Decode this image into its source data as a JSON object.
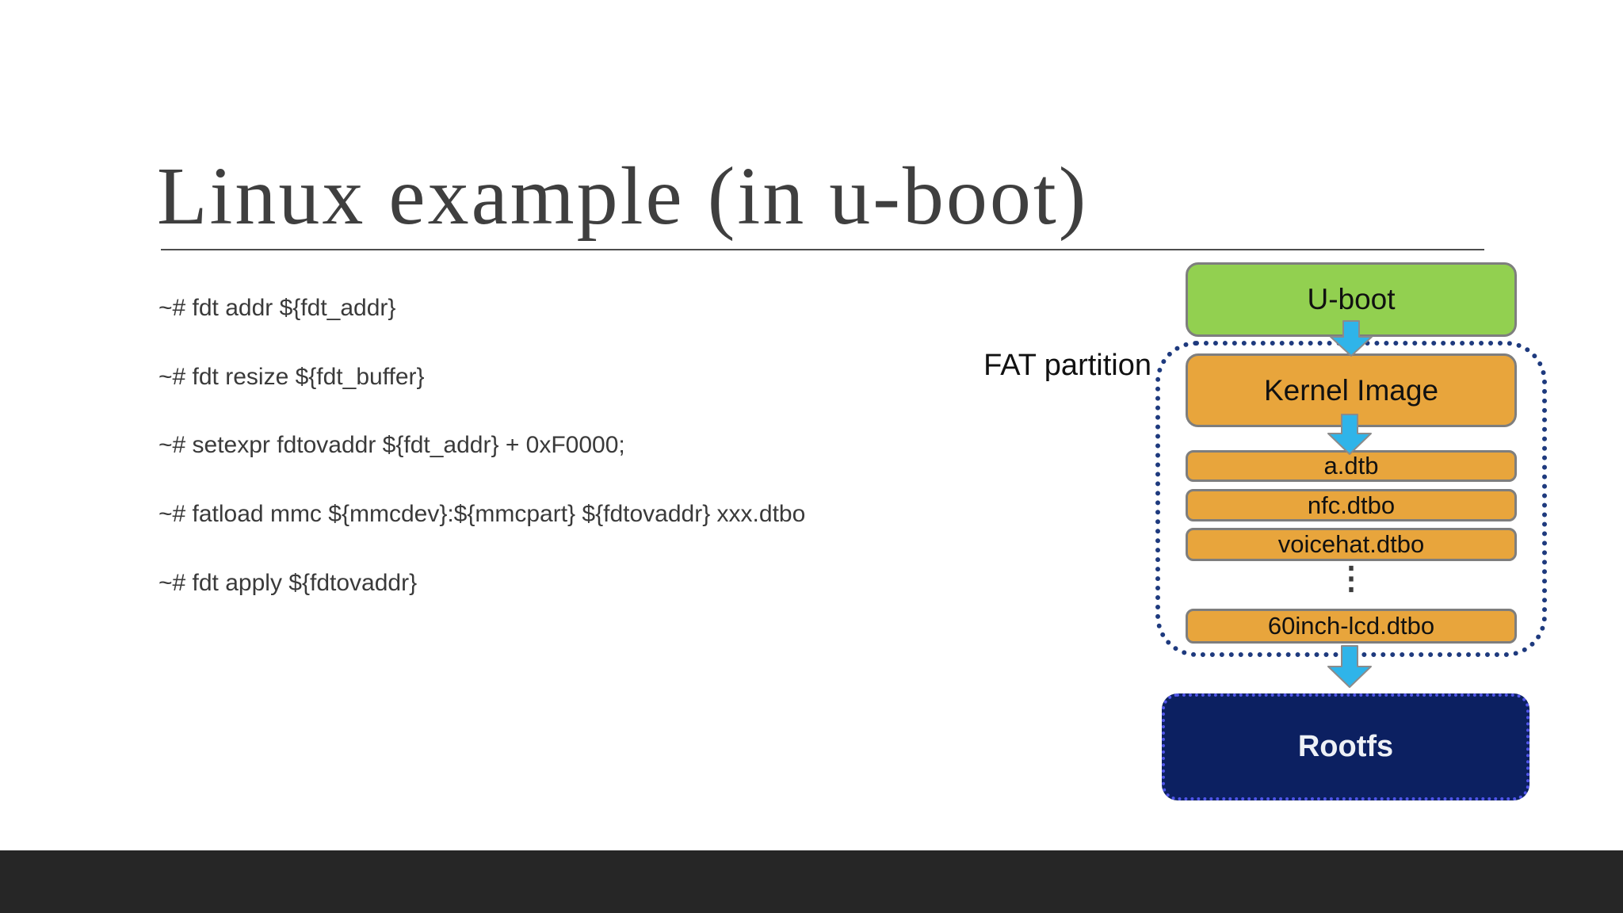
{
  "slide": {
    "title": "Linux example (in u-boot)",
    "commands": [
      "~# fdt addr ${fdt_addr}",
      "~# fdt resize ${fdt_buffer}",
      "~# setexpr fdtovaddr ${fdt_addr} + 0xF0000;",
      "~# fatload mmc ${mmcdev}:${mmcpart} ${fdtovaddr} xxx.dtbo",
      "~# fdt apply ${fdtovaddr}"
    ]
  },
  "diagram": {
    "fat_partition_label": "FAT partition",
    "uboot_label": "U-boot",
    "kernel_label": "Kernel Image",
    "files": [
      "a.dtb",
      "nfc.dtbo",
      "voicehat.dtbo",
      "60inch-lcd.dtbo"
    ],
    "ellipsis": "⋮",
    "rootfs_label": "Rootfs"
  },
  "colors": {
    "green": "#92d050",
    "orange": "#e8a53c",
    "arrow-blue": "#2fb4e9",
    "navy": "#0c2061",
    "dotted-navy": "#1e3a7e",
    "rootfs-border": "#5156ea"
  }
}
